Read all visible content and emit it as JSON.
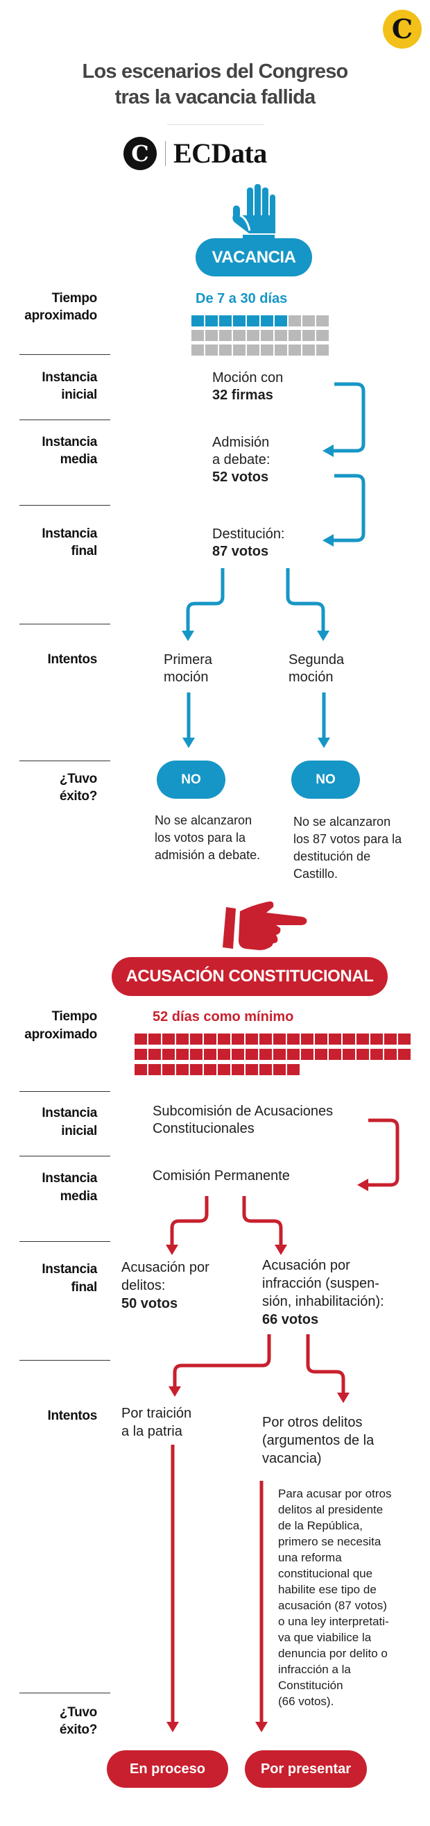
{
  "brand": {
    "corner_logo": "C",
    "ecdata_logo": "C",
    "ecdata_name": "ECData"
  },
  "title": {
    "line1": "Los escenarios del Congreso",
    "line2": "tras la vacancia fallida"
  },
  "colors": {
    "vacancia": "#1696c6",
    "acusacion": "#c8202e",
    "empty_day": "#b9b9b9"
  },
  "row_labels": {
    "tiempo": [
      "Tiempo",
      "aproximado"
    ],
    "inicial": [
      "Instancia",
      "inicial"
    ],
    "media": [
      "Instancia",
      "media"
    ],
    "final": [
      "Instancia",
      "final"
    ],
    "intentos": "Intentos",
    "exito": [
      "¿Tuvo",
      "éxito?"
    ]
  },
  "vacancia": {
    "icon": "raised-hand-icon",
    "label": "VACANCIA",
    "tiempo": "De 7 a 30 días",
    "days_filled": 7,
    "days_total": 30,
    "inicial": {
      "line1": "Moción con",
      "bold": "32 firmas"
    },
    "media": {
      "line1": "Admisión",
      "line2": "a debate:",
      "bold": "52 votos"
    },
    "final": {
      "line1": "Destitución:",
      "bold": "87 votos"
    },
    "intentos": [
      {
        "line1": "Primera",
        "line2": "moción",
        "result": "NO",
        "explanation": [
          "No se alcanzaron",
          "los votos para la",
          "admisión a debate."
        ]
      },
      {
        "line1": "Segunda",
        "line2": "moción",
        "result": "NO",
        "explanation": [
          "No se alcanzaron",
          "los 87 votos para la",
          "destitución de",
          "Castillo."
        ]
      }
    ]
  },
  "acusacion": {
    "icon": "pointing-hand-icon",
    "label": "ACUSACIÓN CONSTITUCIONAL",
    "tiempo": "52 días como mínimo",
    "days_filled": 52,
    "inicial": [
      "Subcomisión de Acusaciones",
      "Constitucionales"
    ],
    "media": "Comisión Permanente",
    "final": [
      {
        "lines": [
          "Acusación por",
          "delitos:"
        ],
        "bold": "50 votos"
      },
      {
        "lines": [
          "Acusación por",
          "infracción (suspen-",
          "sión, inhabilitación):"
        ],
        "bold": "66 votos"
      }
    ],
    "intentos": [
      {
        "lines": [
          "Por traición",
          "a la patria"
        ],
        "result": "En proceso"
      },
      {
        "lines": [
          "Por otros delitos",
          "(argumentos de la",
          "vacancia)"
        ],
        "result": "Por presentar",
        "note": [
          "Para acusar por otros",
          "delitos al presidente",
          "de la República,",
          "primero se necesita",
          "una reforma",
          "constitucional que",
          "habilite ese tipo de",
          "acusación  (87 votos)",
          "o una ley interpretati-",
          "va que viabilice la",
          "denuncia por delito o",
          "infracción a la",
          "Constitución",
          "(66 votos)."
        ]
      }
    ]
  }
}
